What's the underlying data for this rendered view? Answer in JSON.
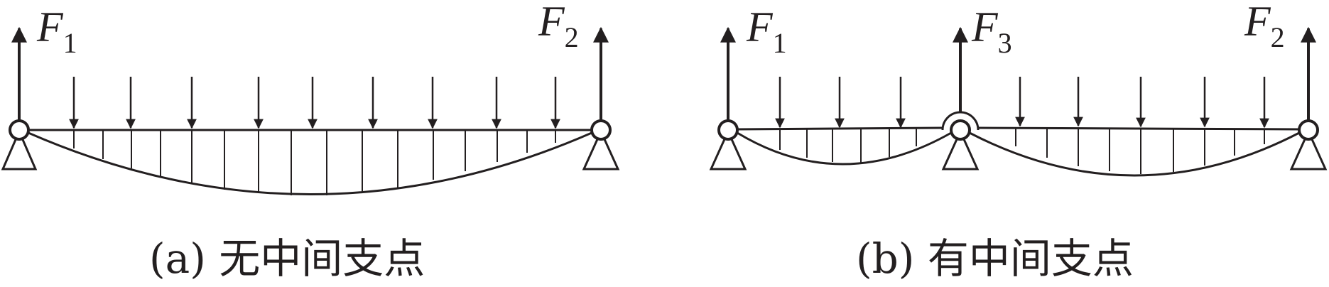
{
  "colors": {
    "ink": "#231f20",
    "background": "#ffffff"
  },
  "panels": [
    {
      "id": "a",
      "caption": "(a) 无中间支点",
      "forces": [
        {
          "symbol": "F",
          "subscript": "1"
        },
        {
          "symbol": "F",
          "subscript": "2"
        }
      ],
      "distributed_load_arrows": 9,
      "supports": 2,
      "intermediate_support": false
    },
    {
      "id": "b",
      "caption": "(b) 有中间支点",
      "forces": [
        {
          "symbol": "F",
          "subscript": "1"
        },
        {
          "symbol": "F",
          "subscript": "3"
        },
        {
          "symbol": "F",
          "subscript": "2"
        }
      ],
      "distributed_load_arrows": 8,
      "supports": 3,
      "intermediate_support": true
    }
  ]
}
